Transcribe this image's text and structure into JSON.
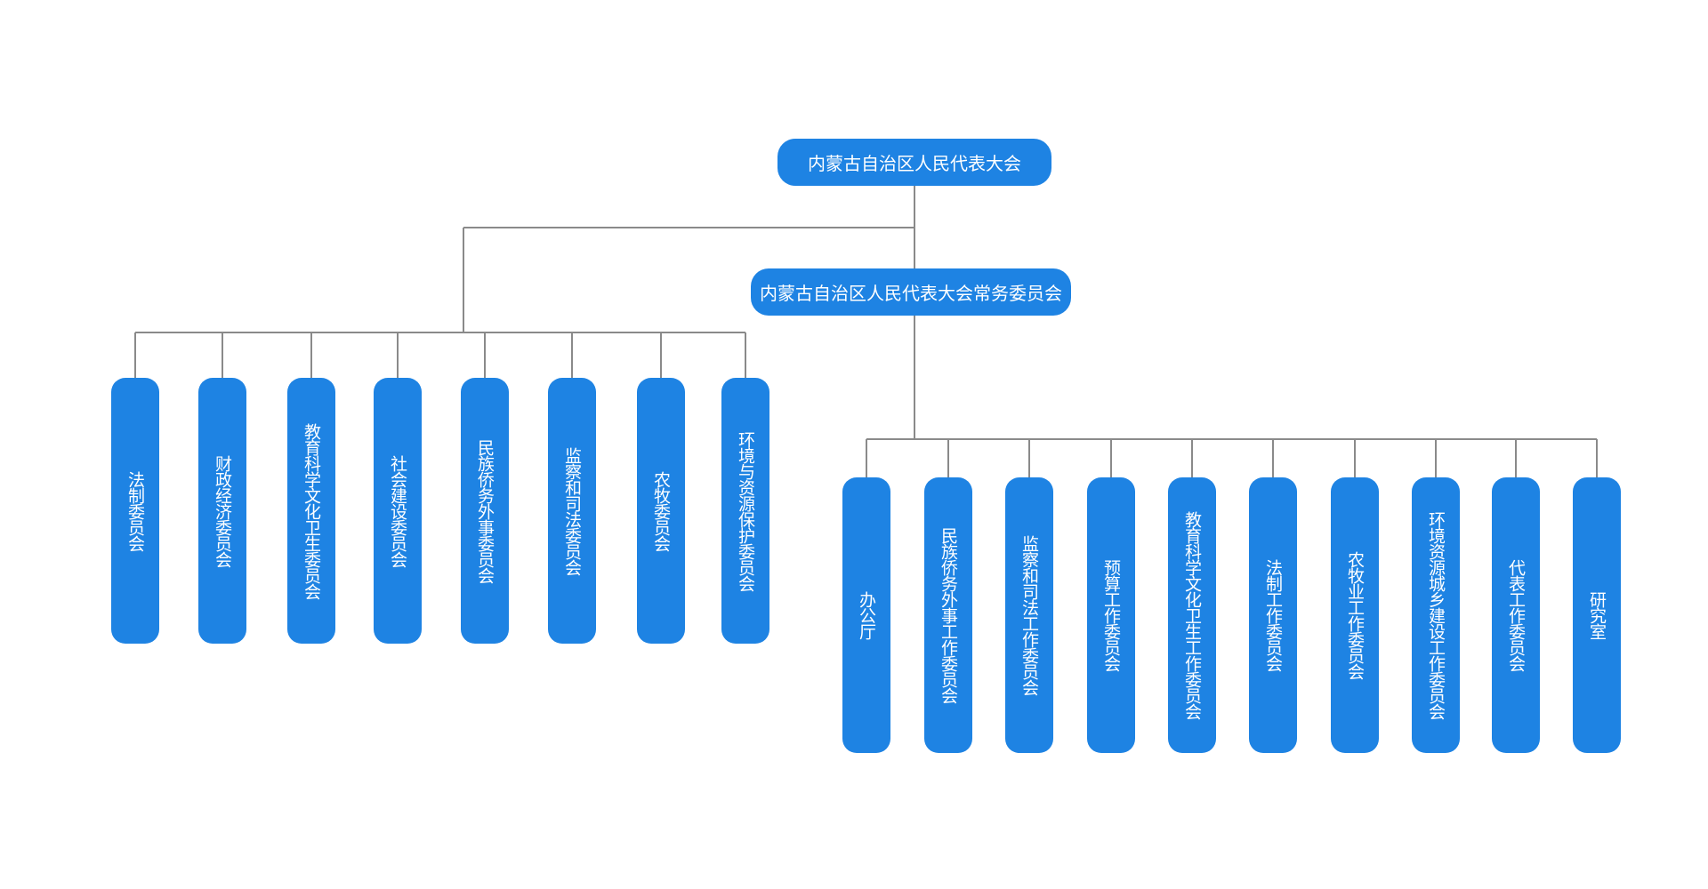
{
  "root": {
    "label": "内蒙古自治区人民代表大会"
  },
  "standing_committee": {
    "label": "内蒙古自治区人民代表大会常务委员会"
  },
  "special_committees": [
    {
      "label": "法制委员会"
    },
    {
      "label": "财政经济委员会"
    },
    {
      "label": "教育科学文化卫生委员会"
    },
    {
      "label": "社会建设委员会"
    },
    {
      "label": "民族侨务外事委员会"
    },
    {
      "label": "监察和司法委员会"
    },
    {
      "label": "农牧委员会"
    },
    {
      "label": "环境与资源保护委员会"
    }
  ],
  "working_bodies": [
    {
      "label": "办公厅"
    },
    {
      "label": "民族侨务外事工作委员会"
    },
    {
      "label": "监察和司法工作委员会"
    },
    {
      "label": "预算工作委员会"
    },
    {
      "label": "教育科学文化卫生工作委员会"
    },
    {
      "label": "法制工作委员会"
    },
    {
      "label": "农牧业工作委员会"
    },
    {
      "label": "环境资源城乡建设工作委员会"
    },
    {
      "label": "代表工作委员会"
    },
    {
      "label": "研究室"
    }
  ],
  "colors": {
    "node_fill": "#1e83e3",
    "node_text": "#ffffff",
    "connector": "#8a8a8a"
  }
}
